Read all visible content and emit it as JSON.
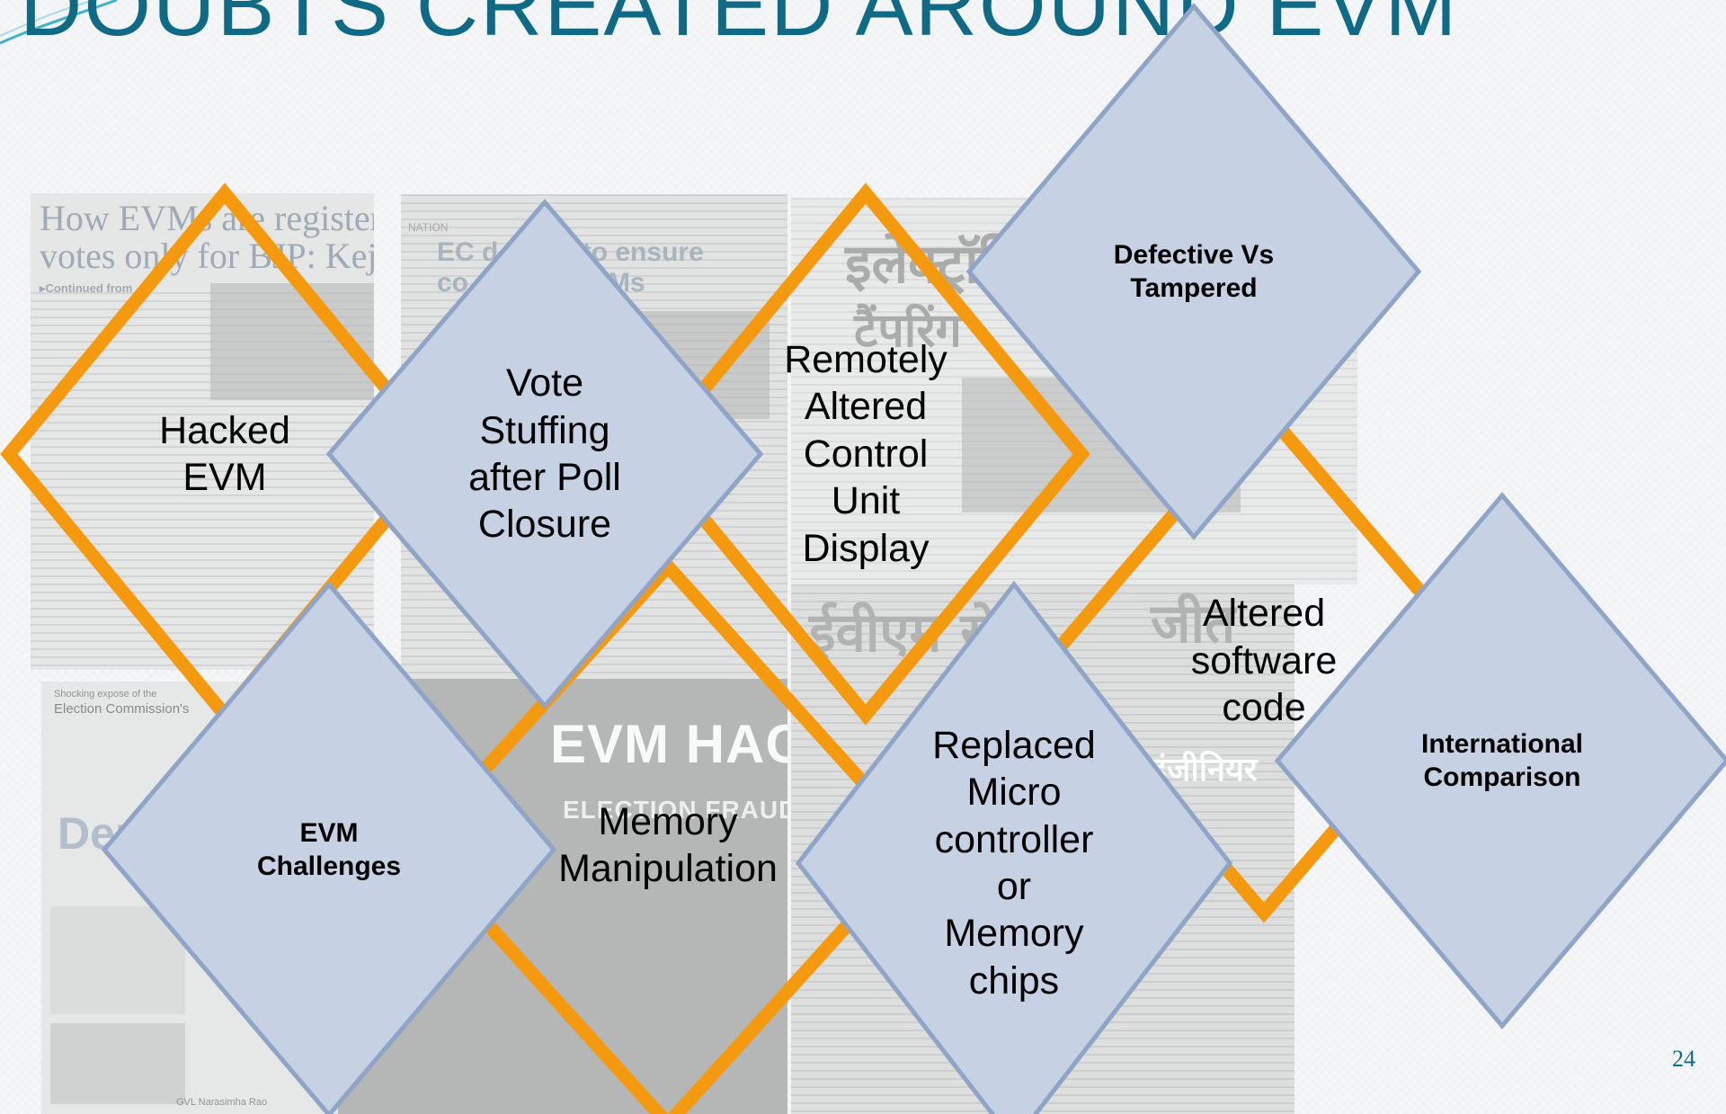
{
  "slide": {
    "title": "DOUBTS CREATED AROUND EVM",
    "page_number": "24"
  },
  "background_clippings": {
    "clip1_headline_line1": "How EVMs are registering",
    "clip1_headline_line2": "votes only for BJP: Kejriwal",
    "clip1_continued": "▸Continued from",
    "clip2_section": "NATION",
    "clip2_headline_line1": "EC d...ams to ensure",
    "clip2_headline_line2": "co...ing of EVMs",
    "clip3_hindi_line1": "इलेक्ट्रॉनिक",
    "clip3_hindi_line2": "टैंपरिंग",
    "clip4_small_line1": "Shocking expose of the",
    "clip4_small_line2": "Election Commission's",
    "clip4_word": "Democ",
    "clip4_byline": "GVL Narasimha Rao",
    "clip5_headline": "EVM HACKING",
    "clip5_sub": "ELECTION FRAUD",
    "clip6_hindi": "ईवीएम से",
    "clip6_hindi_b": "जीत",
    "clip6_hindi_c": "इंजीनियर"
  },
  "diagram": {
    "colors": {
      "orange": "#f59a0f",
      "diamond_fill": "#c6d1e3",
      "diamond_stroke": "#8fa4c6",
      "title": "#0f6a86"
    },
    "orange_diamonds": [
      {
        "id": "hacked",
        "lines": [
          "Hacked",
          "EVM"
        ]
      },
      {
        "id": "remotely",
        "lines": [
          "Remotely",
          "Altered",
          "Control",
          "Unit",
          "Display"
        ]
      },
      {
        "id": "memory",
        "lines": [
          "Memory",
          "Manipulation"
        ]
      },
      {
        "id": "software",
        "lines": [
          "Altered",
          "software",
          "code"
        ]
      }
    ],
    "blue_diamonds": [
      {
        "id": "vote",
        "lines": [
          "Vote",
          "Stuffing",
          "after Poll",
          "Closure"
        ]
      },
      {
        "id": "defective",
        "lines": [
          "Defective Vs",
          "Tampered"
        ]
      },
      {
        "id": "challenges",
        "lines": [
          "EVM",
          "Challenges"
        ]
      },
      {
        "id": "replaced",
        "lines": [
          "Replaced",
          "Micro",
          "controller",
          "or",
          "Memory",
          "chips"
        ]
      },
      {
        "id": "international",
        "lines": [
          "International",
          "Comparison"
        ]
      }
    ]
  }
}
